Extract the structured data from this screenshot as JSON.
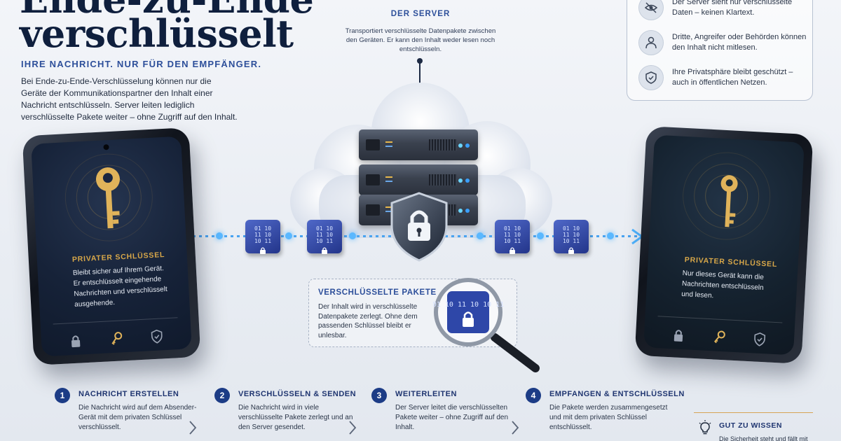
{
  "header": {
    "title_line1": "Ende-zu-Ende",
    "title_line2": "verschlüsselt",
    "subtitle": "IHRE NACHRICHT. NUR FÜR DEN EMPFÄNGER.",
    "intro": "Bei Ende-zu-Ende-Verschlüsselung können nur die Geräte der Kommunikationspartner den Inhalt einer Nachricht entschlüsseln. Server leiten lediglich verschlüsselte Pakete weiter – ohne Zugriff auf den Inhalt."
  },
  "server": {
    "title": "DER SERVER",
    "description": "Transportiert verschlüsselte Datenpakete zwischen den Geräten. Er kann den Inhalt weder lesen noch entschlüsseln."
  },
  "info": {
    "items": [
      {
        "icon": "eye-slash-icon",
        "text": "Der Server sieht nur verschlüsselte Daten – keinen Klartext."
      },
      {
        "icon": "person-icon",
        "text": "Dritte, Angreifer oder Behörden können den Inhalt nicht mitlesen."
      },
      {
        "icon": "shield-check-icon",
        "text": "Ihre Privatsphäre bleibt geschützt – auch in öffentlichen Netzen."
      }
    ]
  },
  "sender_phone": {
    "key_title": "PRIVATER SCHLÜSSEL",
    "key_text": "Bleibt sicher auf Ihrem Gerät. Er entschlüsselt eingehende Nachrichten und verschlüsselt ausgehende."
  },
  "receiver_phone": {
    "key_title": "PRIVATER SCHLÜSSEL",
    "key_text": "Nur dieses Gerät kann die Nachrichten entschlüsseln und lesen."
  },
  "packets": {
    "binary_label": "01 10 11 10 10 11",
    "title": "VERSCHLÜSSELTE PAKETE",
    "text": "Der Inhalt wird in verschlüsselte Datenpakete zerlegt. Ohne dem passenden Schlüssel bleibt er unlesbar."
  },
  "steps": [
    {
      "num": "1",
      "title": "NACHRICHT ERSTELLEN",
      "text": "Die Nachricht wird auf dem Absender-Gerät mit dem privaten Schlüssel verschlüsselt."
    },
    {
      "num": "2",
      "title": "VERSCHLÜSSELN & SENDEN",
      "text": "Die Nachricht wird in viele verschlüsselte Pakete zerlegt und an den Server gesendet."
    },
    {
      "num": "3",
      "title": "WEITERLEITEN",
      "text": "Der Server leitet die verschlüsselten Pakete weiter – ohne Zugriff auf den Inhalt."
    },
    {
      "num": "4",
      "title": "EMPFANGEN & ENTSCHLÜSSELN",
      "text": "Die Pakete werden zusammengesetzt und mit dem privaten Schlüssel entschlüsselt."
    }
  ],
  "tip": {
    "title": "GUT ZU WISSEN",
    "text": "Die Sicherheit steht und fällt mit"
  },
  "colors": {
    "accent": "#2d4f9a",
    "gold": "#d9a849",
    "glow": "#5ab8ff",
    "navy": "#0f1f3d"
  }
}
